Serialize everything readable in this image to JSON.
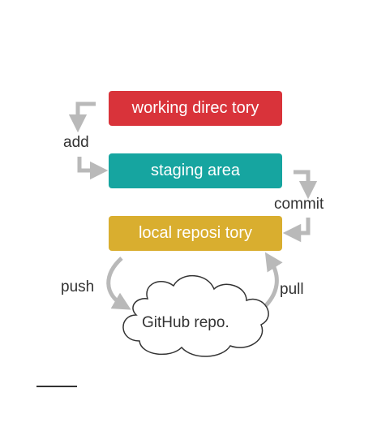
{
  "boxes": {
    "working_directory": {
      "label": "working direc tory",
      "color": "#d9333a"
    },
    "staging_area": {
      "label": "staging area",
      "color": "#16a5a0"
    },
    "local_repository": {
      "label": "local reposi tory",
      "color": "#d9ae2f"
    }
  },
  "cloud": {
    "label": "GitHub repo."
  },
  "actions": {
    "add": "add",
    "commit": "commit",
    "push": "push",
    "pull": "pull"
  },
  "colors": {
    "arrow": "#b9b9b9",
    "text": "#333333",
    "cloud_stroke": "#333333"
  }
}
